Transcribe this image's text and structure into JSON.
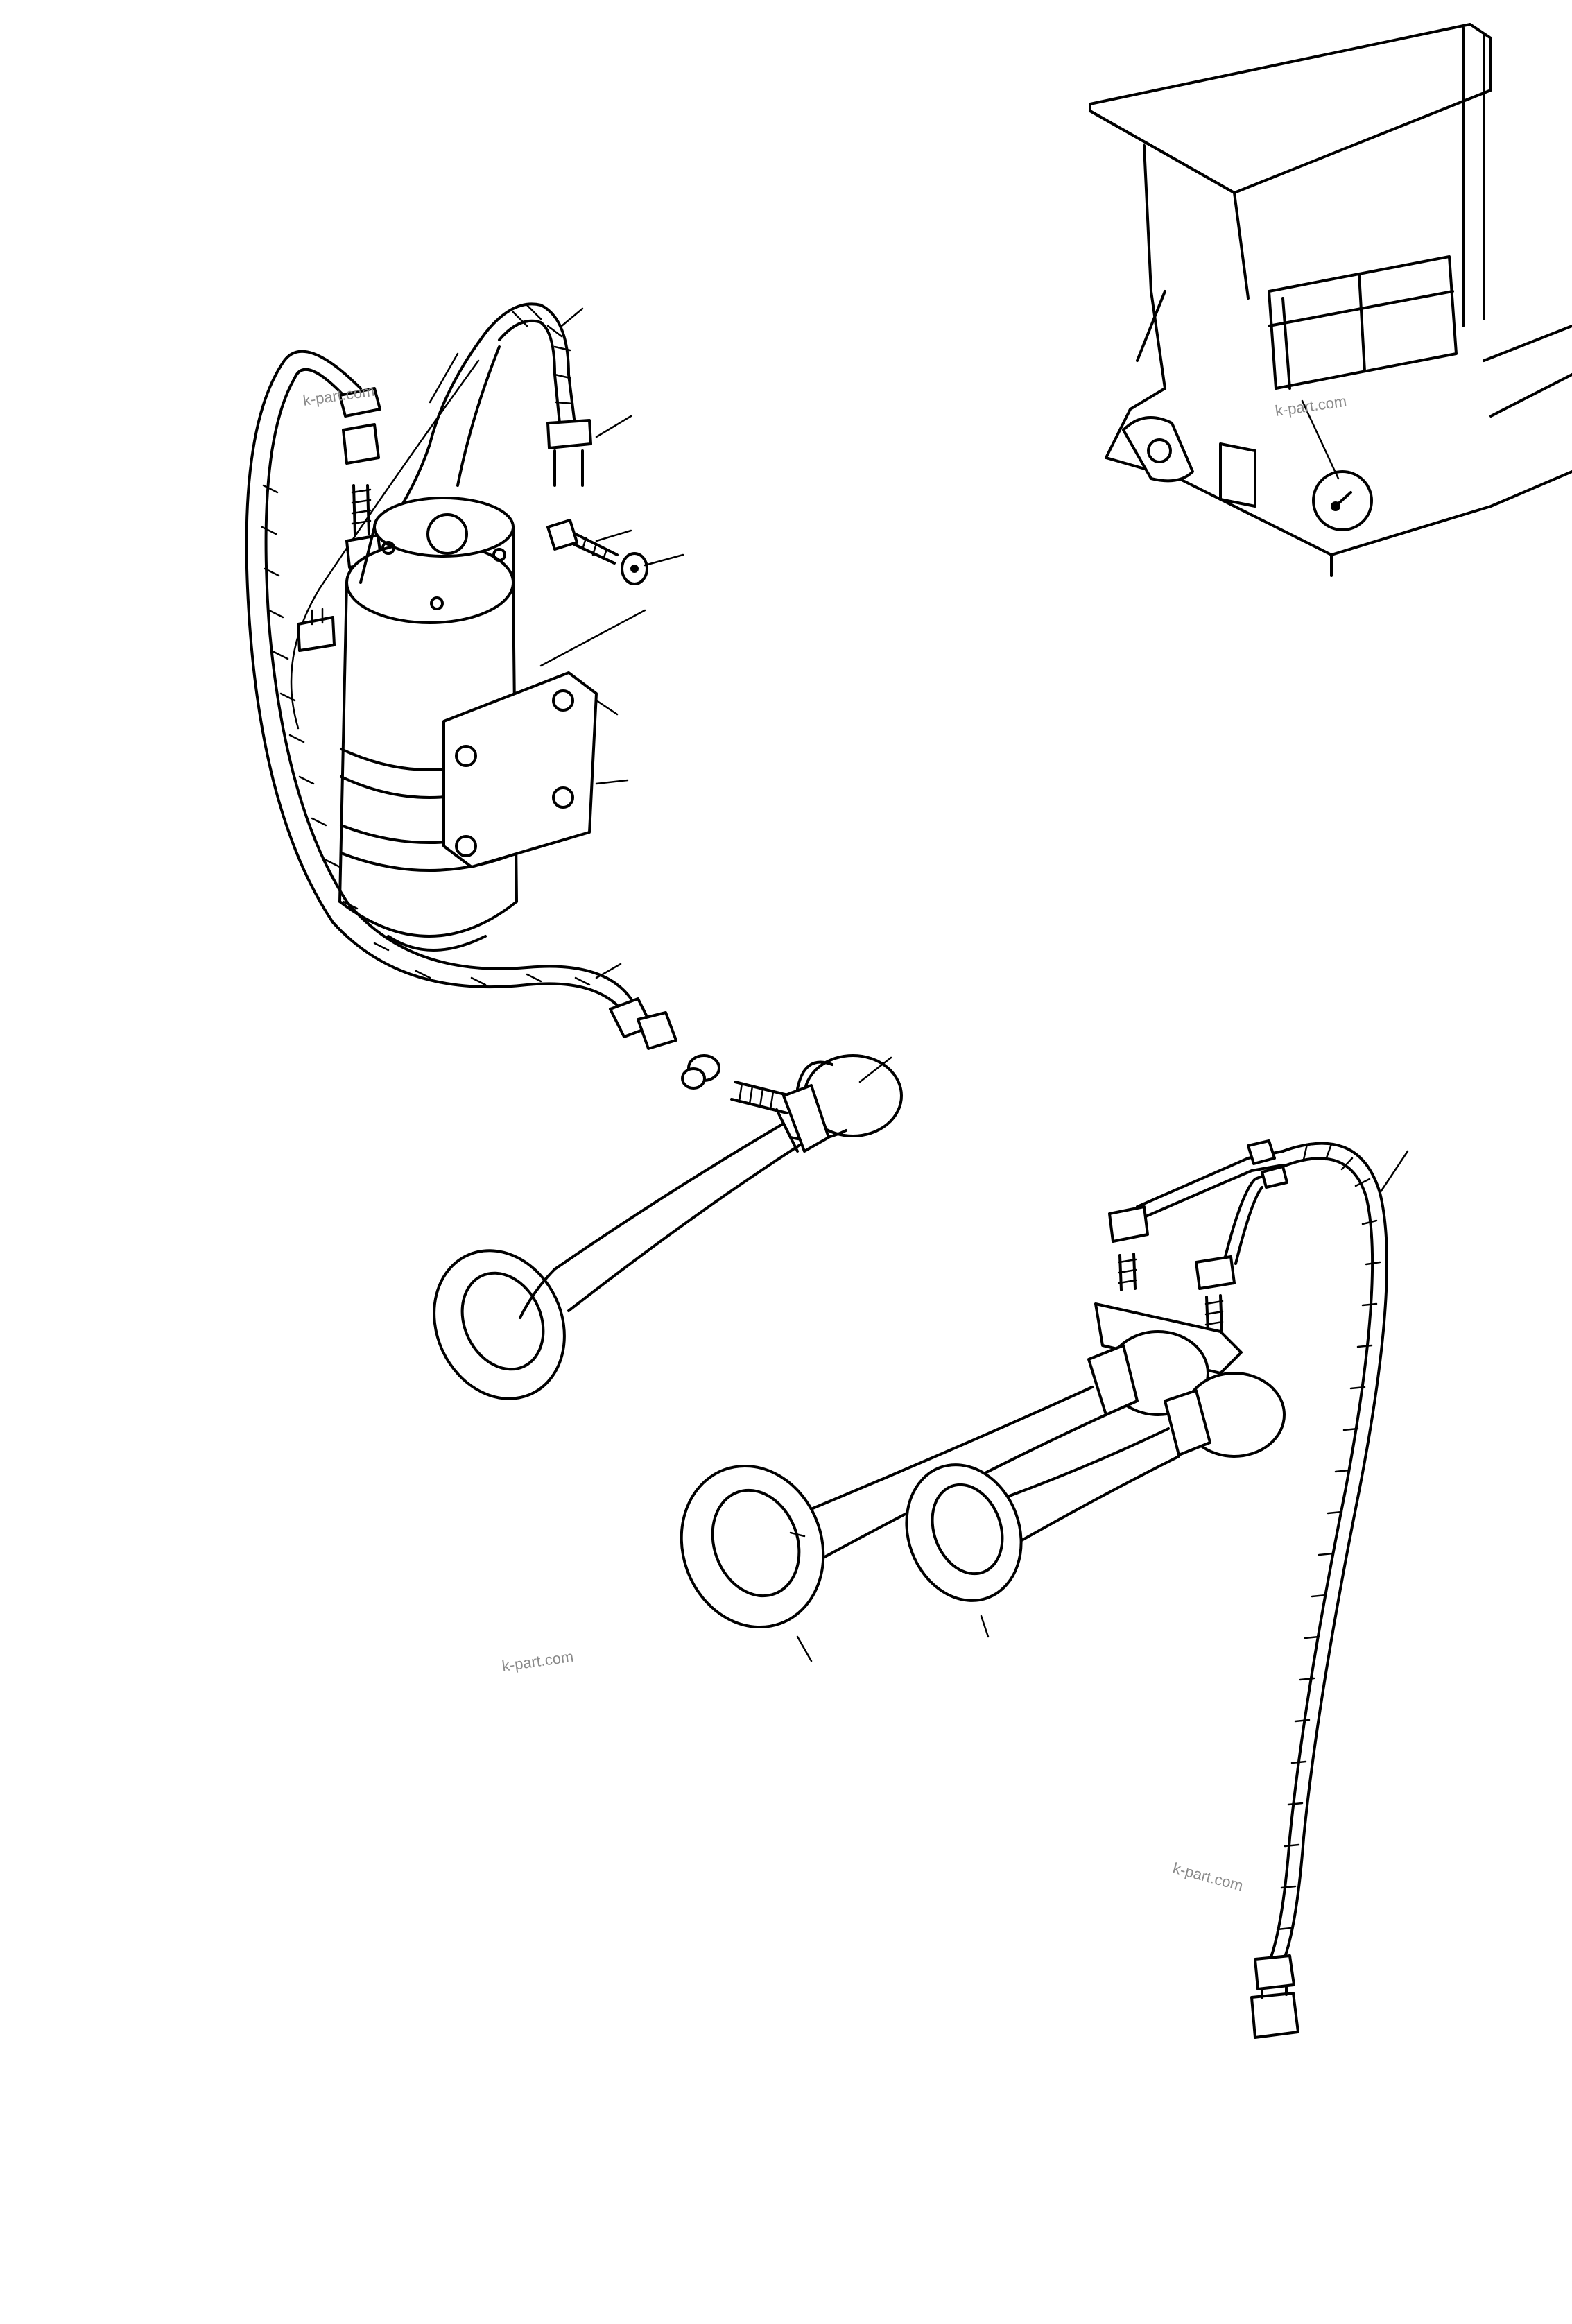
{
  "watermarks": {
    "w1": "k-part.com",
    "w2": "k-part.com",
    "w3": "k-part.com",
    "w4": "k-part.com"
  },
  "colors": {
    "ink": "#000000",
    "background": "#ffffff",
    "watermark": "#8a8a8a"
  }
}
